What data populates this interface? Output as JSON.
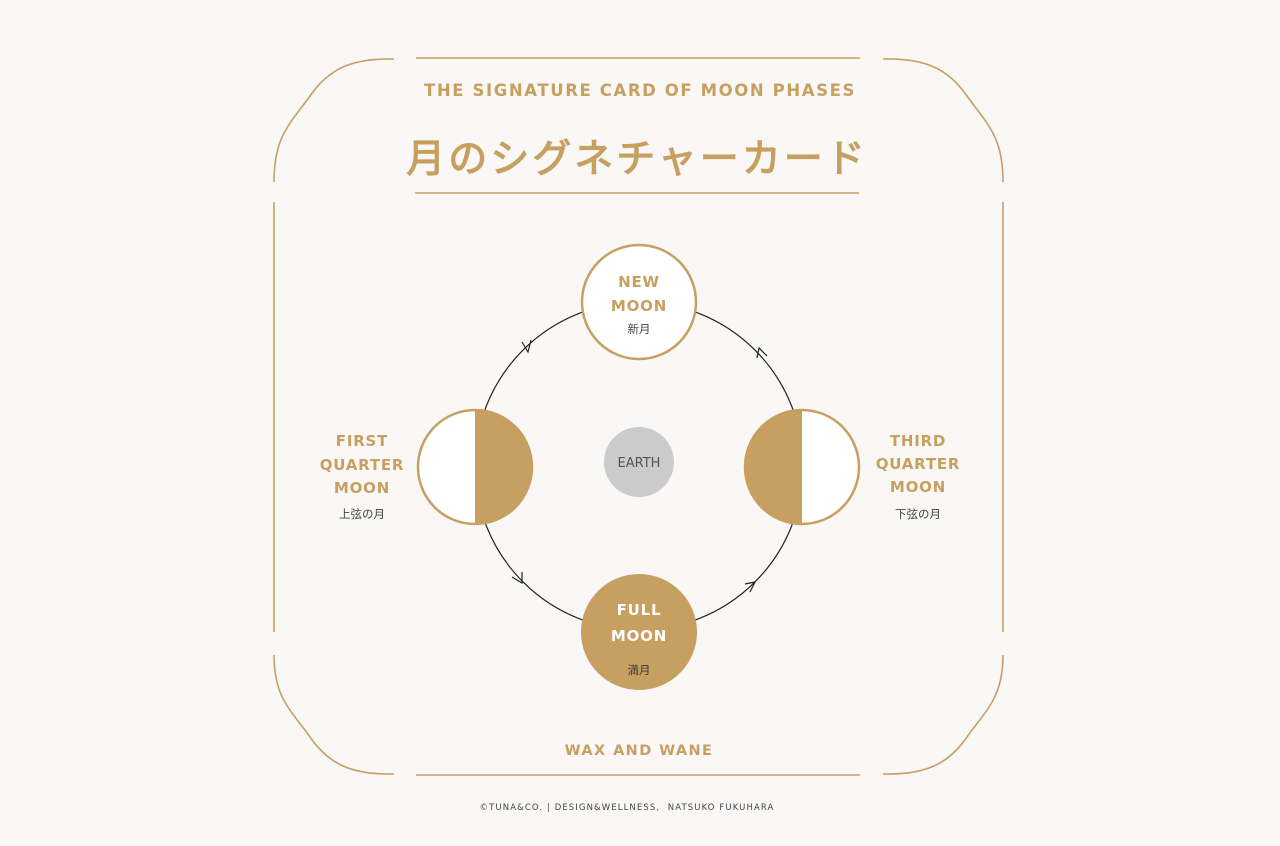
{
  "card": {
    "title_en": "THE SIGNATURE CARD OF MOON PHASES",
    "title_jp": "月のシグネチャーカード",
    "footer": "WAX AND WANE",
    "copyright": "©TUNA&CO. | DESIGN&WELLNESS,  NATSUKO FUKUHARA"
  },
  "colors": {
    "gold": "#c7a061",
    "background": "#f9f8f6",
    "moon_white": "#ffffff",
    "earth": "#cbcbcc",
    "orbit": "#222222",
    "earth_text": "#555555",
    "jp_label": "#444444"
  },
  "earth": {
    "label": "EARTH"
  },
  "phases": {
    "new": {
      "line1": "NEW",
      "line2": "MOON",
      "jp": "新月"
    },
    "first": {
      "line1": "FIRST",
      "line2": "QUARTER",
      "line3": "MOON",
      "jp": "上弦の月"
    },
    "third": {
      "line1": "THIRD",
      "line2": "QUARTER",
      "line3": "MOON",
      "jp": "下弦の月"
    },
    "full": {
      "line1": "FULL",
      "line2": "MOON",
      "jp": "満月"
    }
  }
}
